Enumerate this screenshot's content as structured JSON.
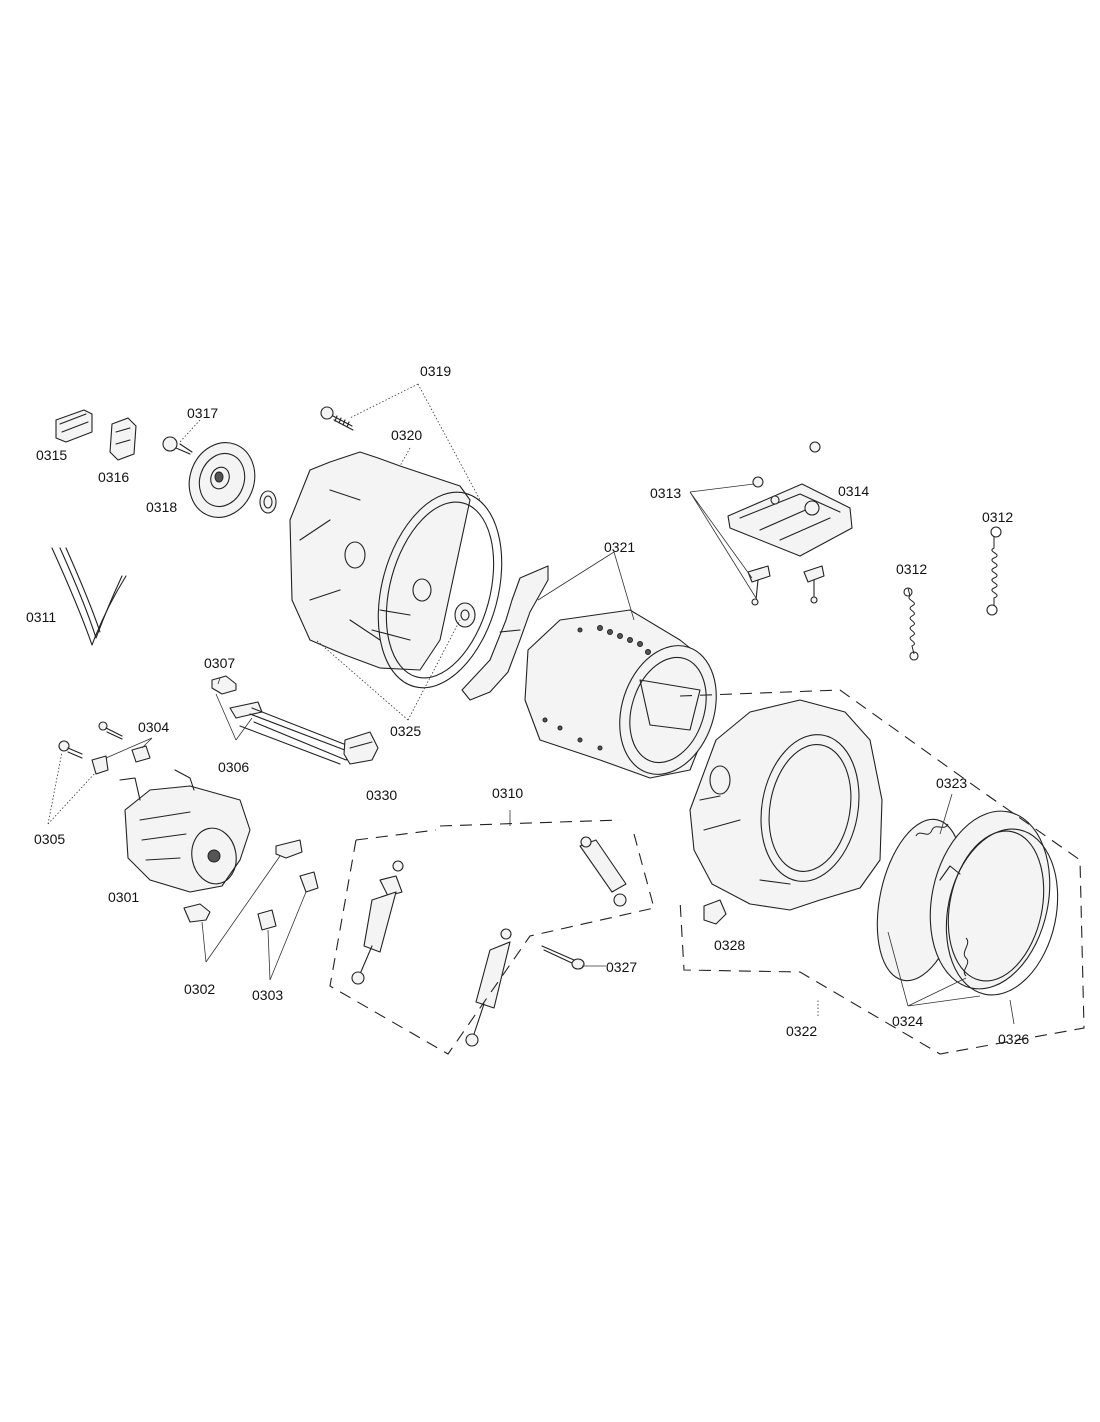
{
  "part_labels": {
    "p0301": "0301",
    "p0302": "0302",
    "p0303": "0303",
    "p0304": "0304",
    "p0305": "0305",
    "p0306": "0306",
    "p0307": "0307",
    "p0310": "0310",
    "p0311": "0311",
    "p0312a": "0312",
    "p0312b": "0312",
    "p0313": "0313",
    "p0314": "0314",
    "p0315": "0315",
    "p0316": "0316",
    "p0317": "0317",
    "p0318": "0318",
    "p0319": "0319",
    "p0320": "0320",
    "p0321": "0321",
    "p0322": "0322",
    "p0323": "0323",
    "p0324": "0324",
    "p0325": "0325",
    "p0326": "0326",
    "p0327": "0327",
    "p0328": "0328",
    "p0330": "0330"
  }
}
